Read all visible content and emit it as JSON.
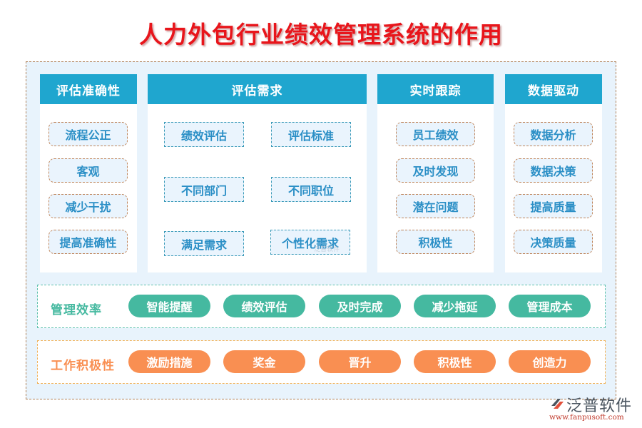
{
  "title": "人力外包行业绩效管理系统的作用",
  "columns": [
    {
      "header": "评估准确性",
      "items": [
        "流程公正",
        "客观",
        "减少干扰",
        "提高准确性"
      ]
    },
    {
      "header": "评估需求",
      "items": [
        "绩效评估",
        "评估标准",
        "不同部门",
        "不同职位",
        "满足需求",
        "个性化需求"
      ]
    },
    {
      "header": "实时跟踪",
      "items": [
        "员工绩效",
        "及时发现",
        "潜在问题",
        "积极性"
      ]
    },
    {
      "header": "数据驱动",
      "items": [
        "数据分析",
        "数据决策",
        "提高质量",
        "决策质量"
      ]
    }
  ],
  "bands": [
    {
      "label": "管理效率",
      "color": "#45b9a0",
      "items": [
        "智能提醒",
        "绩效评估",
        "及时完成",
        "减少拖延",
        "管理成本"
      ]
    },
    {
      "label": "工作积极性",
      "color": "#f98f52",
      "items": [
        "激励措施",
        "奖金",
        "晋升",
        "积极性",
        "创造力"
      ]
    }
  ],
  "watermark": "泛普软件",
  "logo": {
    "name": "泛普软件",
    "url": "www.fanpusoft.com",
    "icon": "fanpu-logo-icon"
  },
  "colors": {
    "title": "#e8151b",
    "header": "#1fa6cf",
    "pill_text": "#2b8fc6",
    "frame_bg": "#e8f3fc"
  }
}
